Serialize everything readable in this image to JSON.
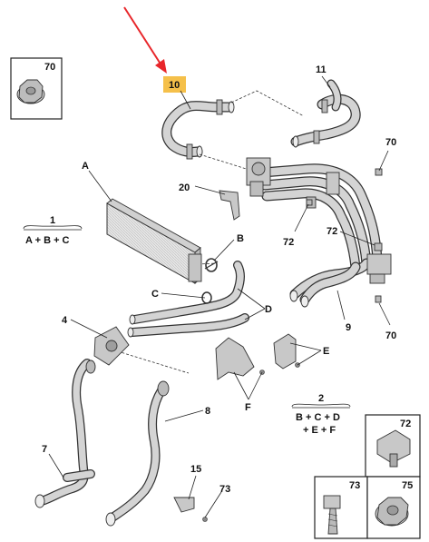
{
  "labels": {
    "c70_top": "70",
    "p10": "10",
    "p11": "11",
    "p70_a": "70",
    "pA": "A",
    "p20": "20",
    "p1": "1",
    "f1": "A + B + C",
    "pB": "B",
    "p72_a": "72",
    "p72_b": "72",
    "pC": "C",
    "pD": "D",
    "p9": "9",
    "p70_b": "70",
    "p4": "4",
    "pE": "E",
    "pF": "F",
    "p8": "8",
    "p2": "2",
    "f2a": "B + C + D",
    "f2b": "+ E + F",
    "p7": "7",
    "p15": "15",
    "p73": "73",
    "c72": "72",
    "c73": "73",
    "c75": "75"
  },
  "colors": {
    "highlight": "#f5c04a",
    "arrow": "#e8262a",
    "hose": "#d4d4d4",
    "part": "#c8c8c8",
    "ink": "#222222"
  }
}
